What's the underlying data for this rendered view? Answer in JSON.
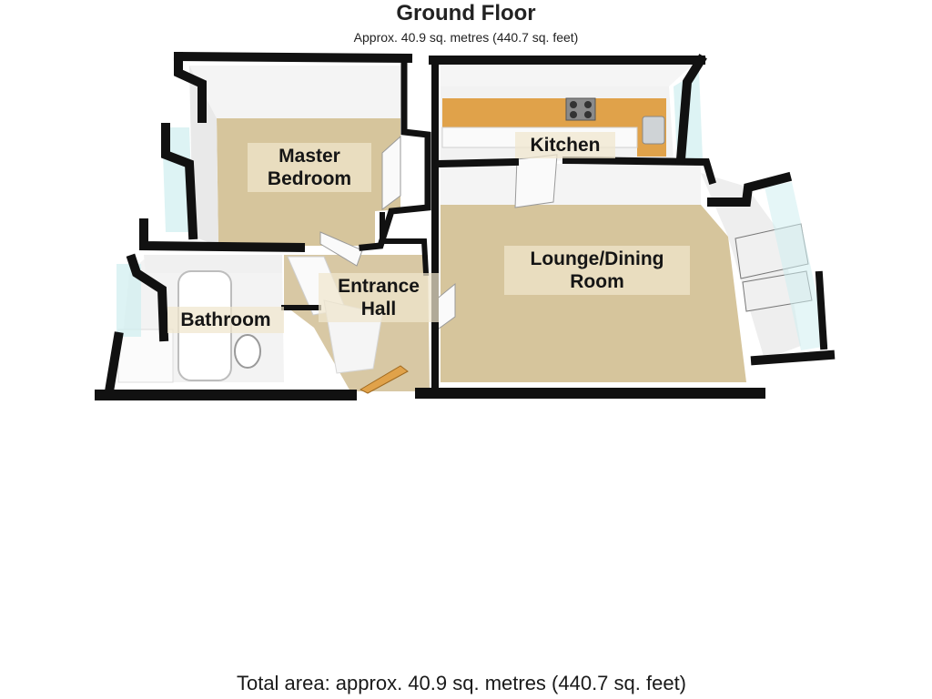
{
  "header": {
    "title": "Ground Floor",
    "subtitle": "Approx. 40.9 sq. metres (440.7 sq. feet)"
  },
  "rooms": {
    "master_bedroom": "Master\nBedroom",
    "kitchen": "Kitchen",
    "lounge": "Lounge/Dining\nRoom",
    "entrance_hall": "Entrance\nHall",
    "bathroom": "Bathroom"
  },
  "footer": {
    "total_area": "Total area: approx. 40.9 sq. metres (440.7 sq. feet)"
  },
  "colors": {
    "wall": "#111111",
    "floor": "#d6c59c",
    "kitchen_floor": "#f2f2f2",
    "worktop": "#e0a24a",
    "glass": "#cfeef0"
  }
}
